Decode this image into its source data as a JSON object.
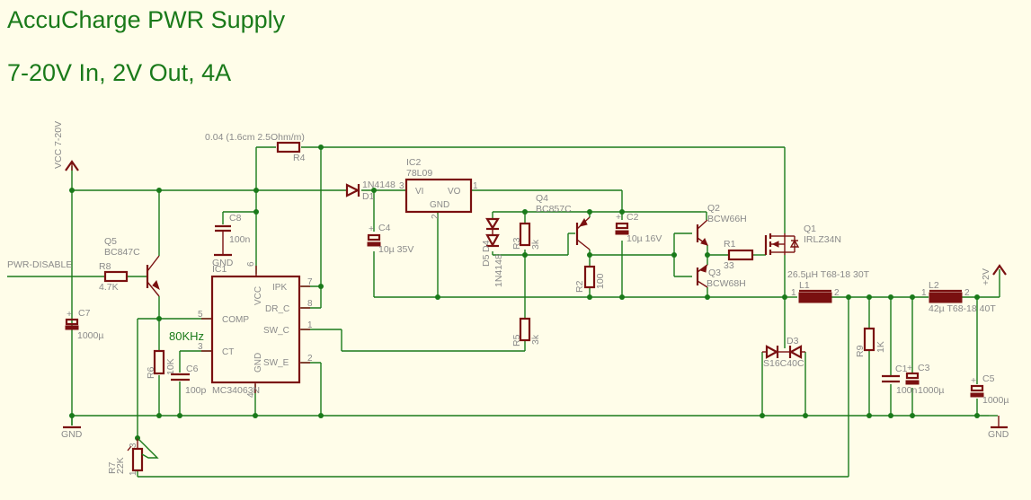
{
  "title": "AccuCharge PWR Supply",
  "subtitle": "7-20V In, 2V Out, 4A",
  "annotations": {
    "freq": "80KHz",
    "r4_note": "0.04 (1.6cm 2.5Ohm/m)"
  },
  "nets": {
    "vcc": "VCC 7-20V",
    "out": "+2V",
    "gnd": "GND",
    "pwr_disable": "PWR-DISABLE"
  },
  "parts": {
    "ic1": {
      "name": "IC1",
      "value": "MC34063N",
      "pins": {
        "ipk": "IPK",
        "drc": "DR_C",
        "swc": "SW_C",
        "swe": "SW_E",
        "vcc": "VCC",
        "comp": "COMP",
        "ct": "CT",
        "gnd": "GND",
        "p1": "1",
        "p2": "2",
        "p3": "3",
        "p4": "4",
        "p5": "5",
        "p6": "6",
        "p7": "7",
        "p8": "8"
      }
    },
    "ic2": {
      "name": "IC2",
      "value": "78L09",
      "pins": {
        "vi": "VI",
        "vo": "VO",
        "gnd": "GND",
        "p1": "1",
        "p2": "2",
        "p3": "3"
      }
    },
    "q1": {
      "name": "Q1",
      "value": "IRLZ34N"
    },
    "q2": {
      "name": "Q2",
      "value": "BCW66H"
    },
    "q3": {
      "name": "Q3",
      "value": "BCW68H"
    },
    "q4": {
      "name": "Q4",
      "value": "BC857C"
    },
    "q5": {
      "name": "Q5",
      "value": "BC847C"
    },
    "d1": {
      "name": "D1",
      "value": "1N4148"
    },
    "d3": {
      "name": "D3",
      "value": "S16C40C"
    },
    "d4": {
      "name": "D4",
      "value": "1N4148"
    },
    "d5": {
      "name": "D5",
      "value": "1N4148"
    },
    "r1": {
      "name": "R1",
      "value": "33"
    },
    "r2": {
      "name": "R2",
      "value": "100"
    },
    "r3": {
      "name": "R3",
      "value": "3k"
    },
    "r4": {
      "name": "R4"
    },
    "r5": {
      "name": "R5",
      "value": "3k"
    },
    "r6": {
      "name": "R6",
      "value": "10K"
    },
    "r7": {
      "name": "R7",
      "value": "22K",
      "pin1": "1",
      "pin3": "3"
    },
    "r8": {
      "name": "R8",
      "value": "4.7K"
    },
    "r9": {
      "name": "R9",
      "value": "1K"
    },
    "c1": {
      "name": "C1",
      "value": "100n"
    },
    "c2": {
      "name": "C2",
      "value": "10µ 16V"
    },
    "c3": {
      "name": "C3",
      "value": "1000µ"
    },
    "c4": {
      "name": "C4",
      "value": "10µ 35V"
    },
    "c5": {
      "name": "C5",
      "value": "1000µ"
    },
    "c6": {
      "name": "C6",
      "value": "100p"
    },
    "c7": {
      "name": "C7",
      "value": "1000µ"
    },
    "c8": {
      "name": "C8",
      "value": "100n"
    },
    "l1": {
      "name": "L1",
      "value": "26.5µH T68-18 30T",
      "pin1": "1",
      "pin2": "2"
    },
    "l2": {
      "name": "L2",
      "value": "42µ T68-18 40T",
      "pin1": "1",
      "pin2": "2"
    }
  },
  "plus": "+"
}
